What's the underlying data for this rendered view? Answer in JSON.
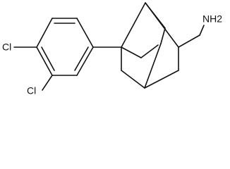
{
  "molecule": {
    "labels": {
      "cl_top": "Cl",
      "cl_bottom": "Cl",
      "amine": "NH2"
    }
  }
}
